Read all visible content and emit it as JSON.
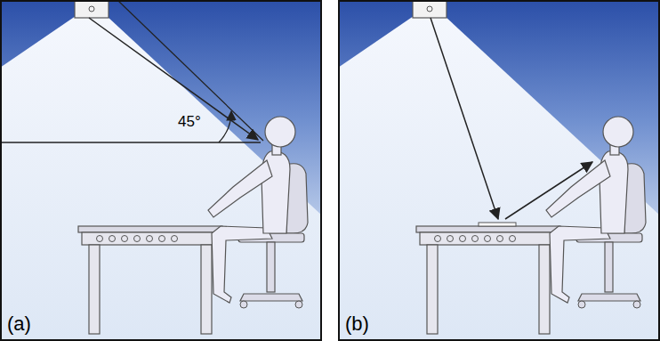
{
  "diagram": {
    "labels": [
      "45°",
      "(a)",
      "(b)"
    ]
  }
}
